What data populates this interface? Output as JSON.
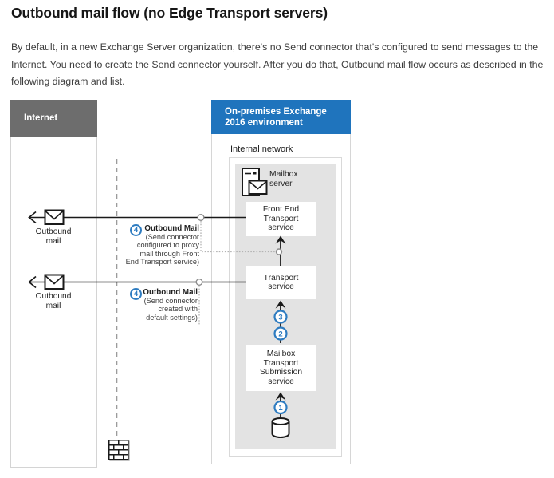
{
  "page": {
    "title": "Outbound mail flow (no Edge Transport servers)",
    "intro": "By default, in a new Exchange Server organization, there's no Send connector that's configured to send messages to the Internet. You need to create the Send connector yourself. After you do that, Outbound mail flow occurs as described in the following diagram and list."
  },
  "diagram": {
    "internet": {
      "label": "Internet"
    },
    "exchange": {
      "label": "On-premises Exchange 2016 environment"
    },
    "internal_network_label": "Internal network",
    "mailbox_server_label": "Mailbox server",
    "services": {
      "front_end": "Front End Transport service",
      "transport": "Transport service",
      "mailbox_submission": "Mailbox Transport Submission service"
    },
    "outbound_mail_label": "Outbound mail",
    "callouts": [
      {
        "number": "4",
        "title": "Outbound Mail",
        "lines": [
          "(Send connector",
          "configured to proxy",
          "mail through Front",
          "End Transport service)"
        ]
      },
      {
        "number": "4",
        "title": "Outbound Mail",
        "lines": [
          "(Send connector",
          "created with",
          "default settings)"
        ]
      }
    ],
    "step_markers": [
      "3",
      "2",
      "1"
    ],
    "colors": {
      "header_blue": "#1f74bd",
      "header_gray": "#6d6d6d",
      "accent_blue": "#2e7cc1",
      "panel_gray": "#e3e3e3"
    }
  }
}
